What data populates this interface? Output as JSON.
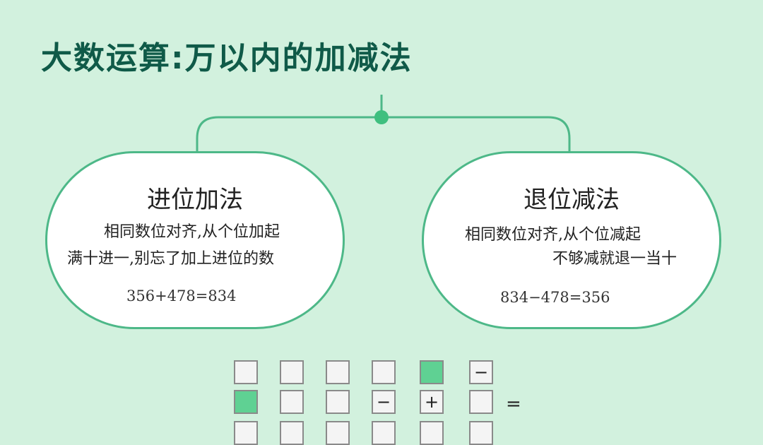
{
  "title": "大数运算:万以内的加减法",
  "branches": [
    {
      "title": "进位加法",
      "lines": [
        "相同数位对齐,从个位加起",
        "满十进一,别忘了加上进位的数"
      ],
      "example": "356+478=834"
    },
    {
      "title": "退位减法",
      "lines": [
        "相同数位对齐,从个位减起",
        "不够减就退一当十"
      ],
      "example": "834−478=356"
    }
  ],
  "puzzle": {
    "rows": [
      [
        "",
        "",
        "",
        "",
        "filled",
        "−"
      ],
      [
        "filled",
        "",
        "",
        "−",
        "+",
        ""
      ],
      [
        "",
        "",
        "",
        "",
        "",
        ""
      ]
    ],
    "equals": "="
  },
  "colors": {
    "background": "#d2f1de",
    "title": "#0f5a48",
    "accent": "#4db888",
    "filled_cell": "#5fd193"
  }
}
